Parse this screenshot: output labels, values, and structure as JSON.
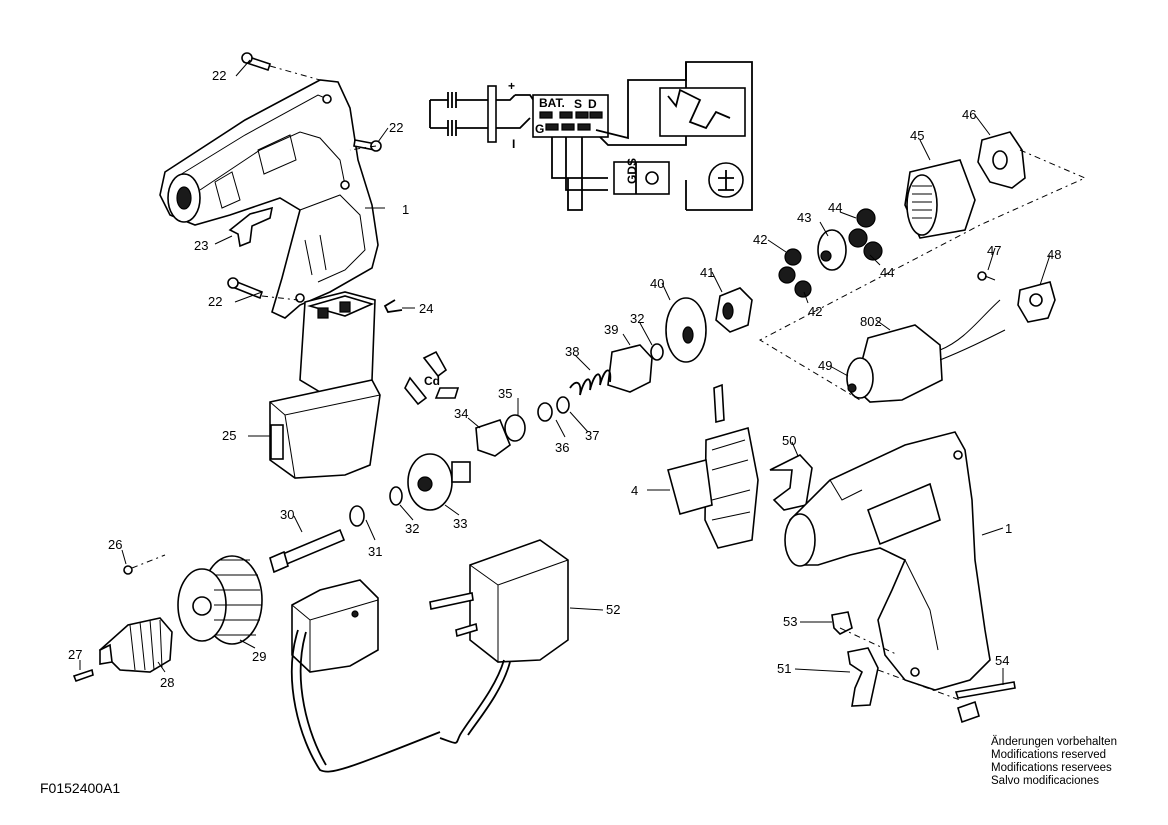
{
  "drawing_code": "F0152400A1",
  "notes": [
    "Änderungen vorbehalten",
    "Modifications reserved",
    "Modifications reservees",
    "Salvo modificaciones"
  ],
  "circuit": {
    "plus": "+",
    "minus": "I",
    "bat": "BAT.",
    "bat_minus": "–",
    "s": "S",
    "d": "D",
    "g": "G",
    "gds": "GDS"
  },
  "recycle_text": "Cd",
  "callouts": {
    "p22a": "22",
    "p22b": "22",
    "p22c": "22",
    "p1a": "1",
    "p23": "23",
    "p24": "24",
    "p25": "25",
    "p45": "45",
    "p46": "46",
    "p44a": "44",
    "p44b": "44",
    "p43": "43",
    "p42a": "42",
    "p42b": "42",
    "p41": "41",
    "p40": "40",
    "p39": "39",
    "p32a": "32",
    "p38": "38",
    "p35": "35",
    "p34": "34",
    "p36": "36",
    "p37": "37",
    "p47": "47",
    "p48": "48",
    "p802": "802",
    "p49": "49",
    "p50": "50",
    "p4": "4",
    "p1b": "1",
    "p33": "33",
    "p32b": "32",
    "p30": "30",
    "p31": "31",
    "p26": "26",
    "p29": "29",
    "p27": "27",
    "p28": "28",
    "p52": "52",
    "p53": "53",
    "p51": "51",
    "p54": "54"
  }
}
